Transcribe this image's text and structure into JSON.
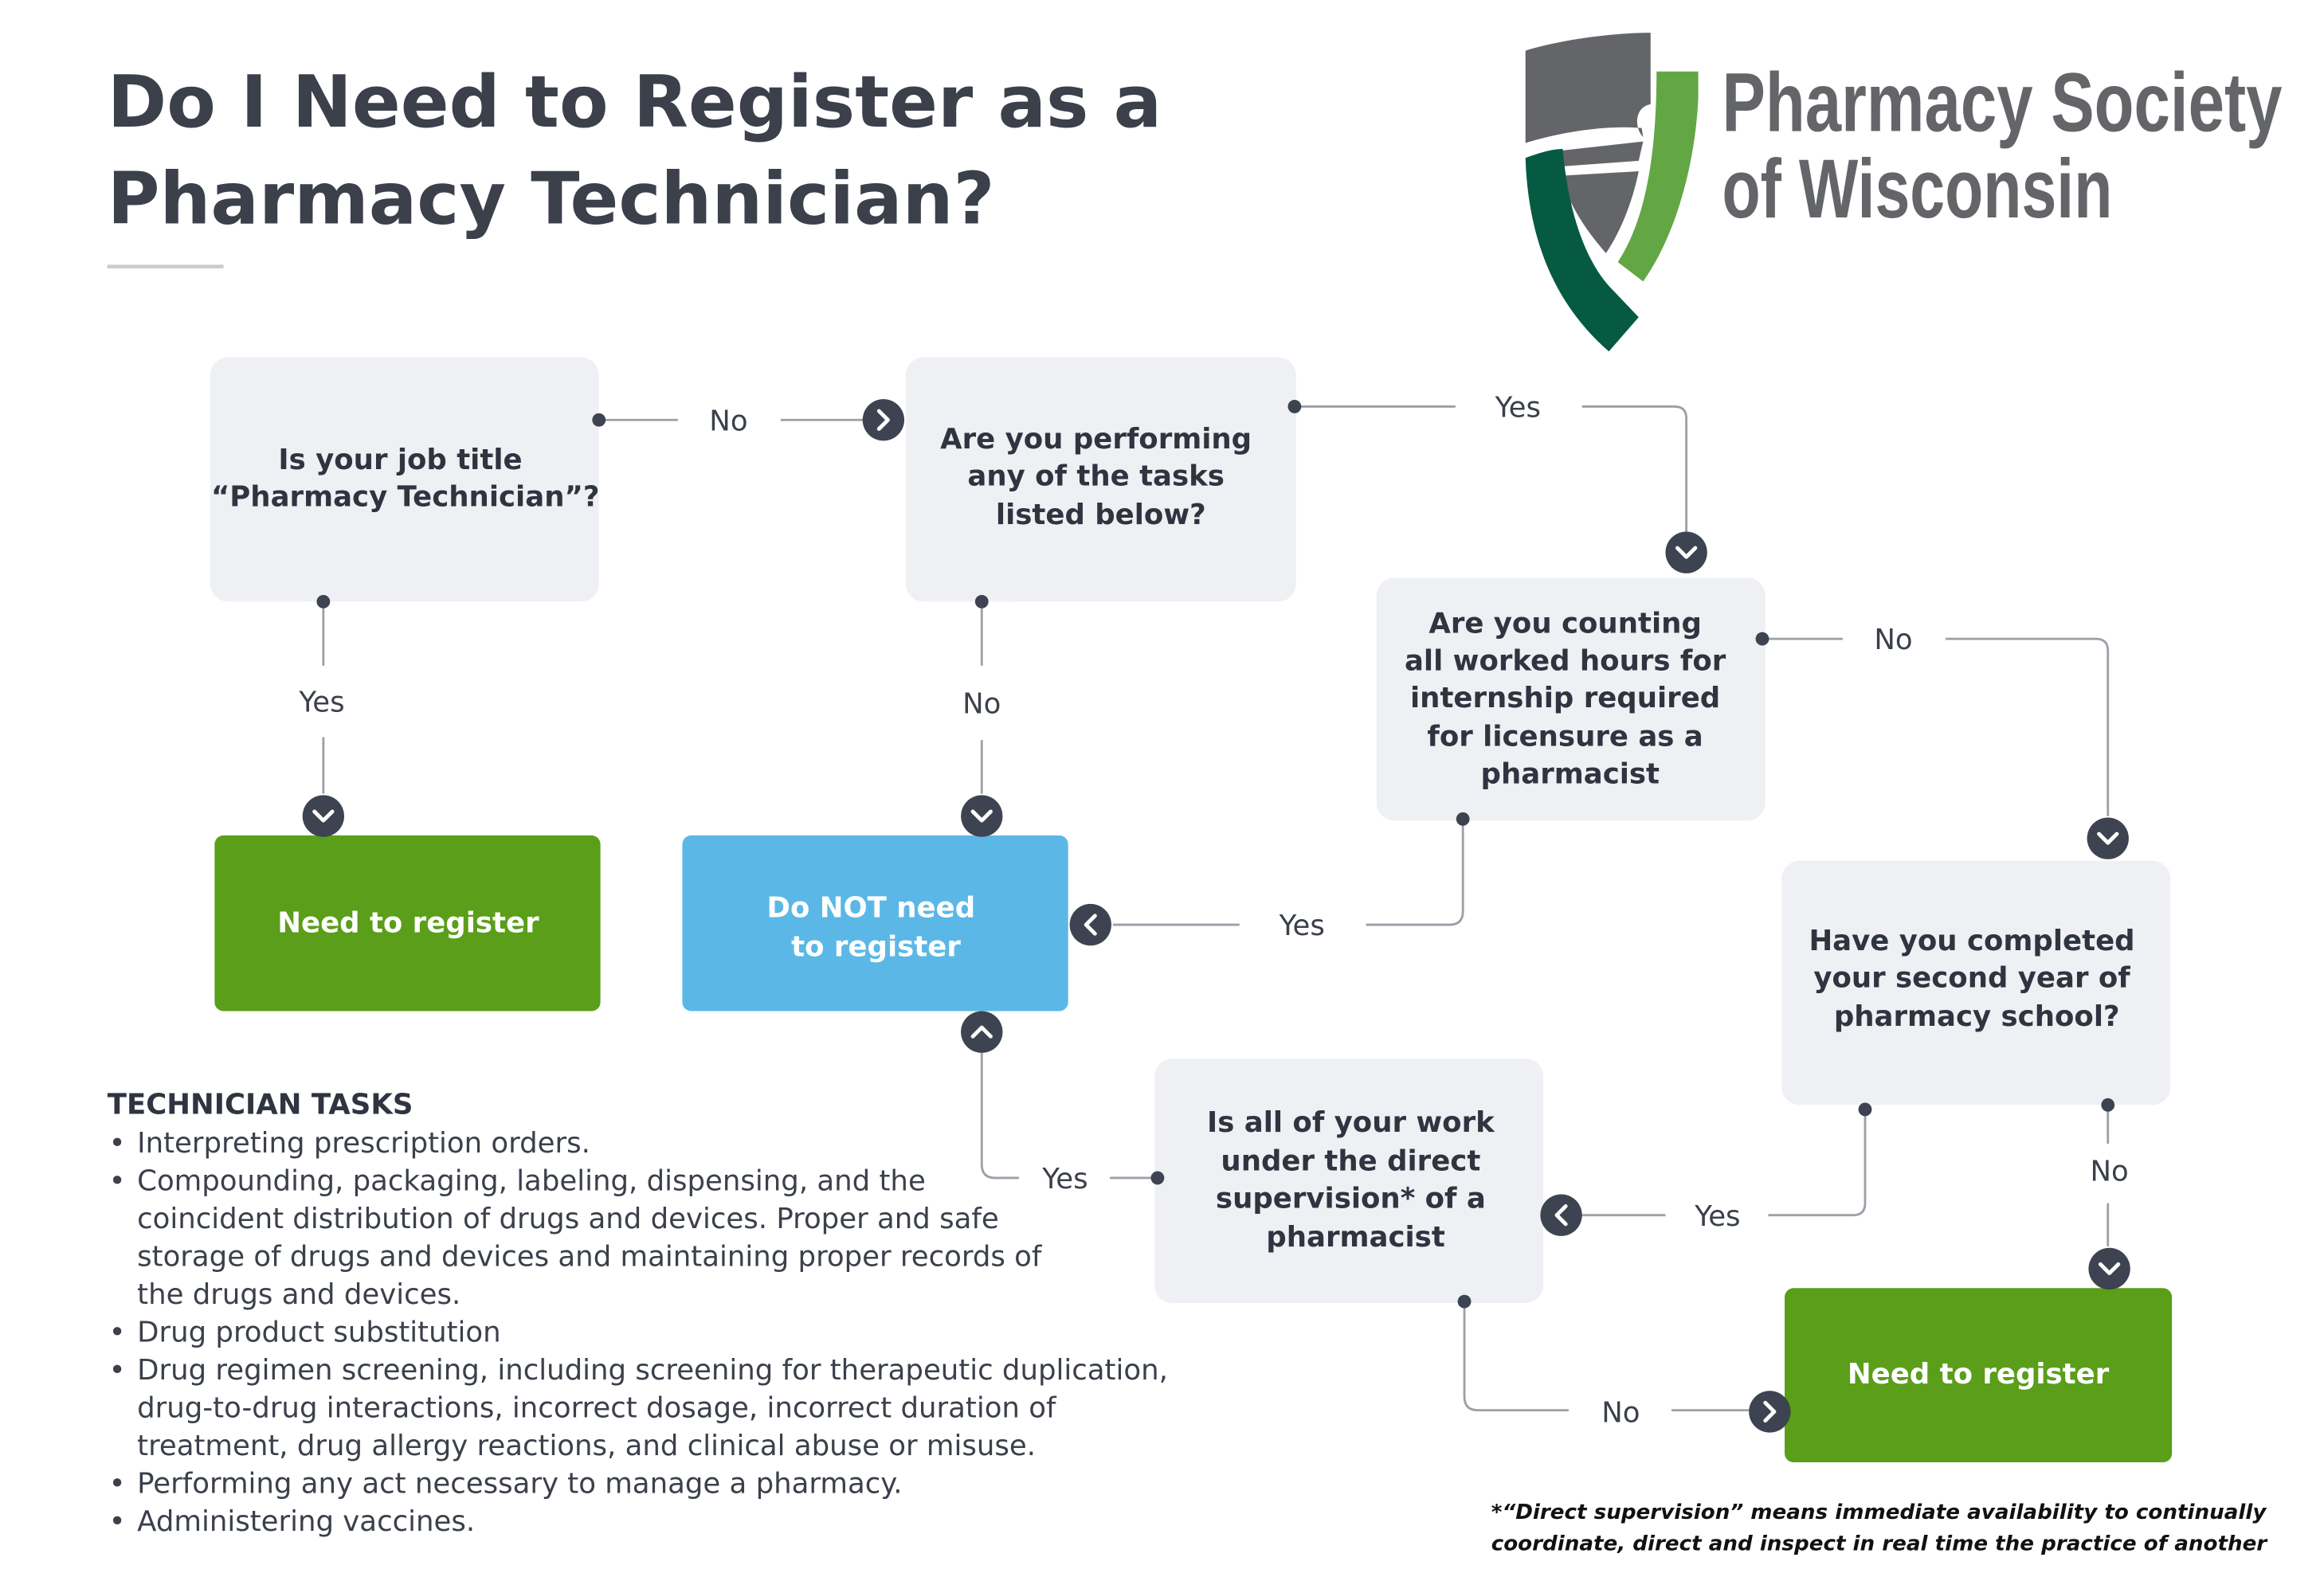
{
  "title": {
    "line1": "Do I Need to Register as a",
    "line2": "Pharmacy Technician?"
  },
  "logo": {
    "line1": "Pharmacy Society",
    "line2": "of Wisconsin",
    "colors": {
      "gray": "#646569",
      "light_green": "#62a744",
      "dark_green": "#065a42"
    }
  },
  "colors": {
    "question_box": "#eff0f3",
    "need_register": "#5a9e1a",
    "not_register": "#5bb8e6",
    "connector": "#9aa0a8",
    "arrow_circle": "#3d4350"
  },
  "nodes": {
    "q_job_title": [
      "Is your job title",
      "“Pharmacy Technician”?"
    ],
    "q_tasks": [
      "Are you performing",
      "any of the tasks",
      "listed below?"
    ],
    "q_internship": [
      "Are you counting",
      "all worked hours for",
      "internship required",
      "for licensure as a",
      "pharmacist"
    ],
    "q_second_year": [
      "Have you completed",
      "your second year of",
      "pharmacy school?"
    ],
    "q_supervision": [
      "Is all of your work",
      "under the direct",
      "supervision* of a",
      "pharmacist"
    ],
    "need_register_1": "Need to register",
    "not_register": [
      "Do NOT need",
      "to register"
    ],
    "need_register_2": "Need to register"
  },
  "edges": {
    "job_no": "No",
    "job_yes": "Yes",
    "tasks_yes": "Yes",
    "tasks_no": "No",
    "intern_no": "No",
    "intern_yes": "Yes",
    "second_no": "No",
    "second_yes": "Yes",
    "super_yes": "Yes",
    "super_no": "No"
  },
  "tasks": {
    "heading": "TECHNICIAN TASKS",
    "lines": [
      {
        "bullet": true,
        "text": "Interpreting prescription orders."
      },
      {
        "bullet": true,
        "text": "Compounding, packaging, labeling, dispensing, and the"
      },
      {
        "bullet": false,
        "text": "coincident distribution of drugs and devices. Proper and safe"
      },
      {
        "bullet": false,
        "text": "storage of drugs and devices and maintaining proper records of"
      },
      {
        "bullet": false,
        "text": "the drugs and devices."
      },
      {
        "bullet": true,
        "text": "Drug product substitution"
      },
      {
        "bullet": true,
        "text": "Drug regimen screening, including screening for therapeutic duplication,"
      },
      {
        "bullet": false,
        "text": "drug-to-drug interactions, incorrect dosage, incorrect duration of"
      },
      {
        "bullet": false,
        "text": "treatment, drug allergy reactions, and clinical abuse or misuse."
      },
      {
        "bullet": true,
        "text": "Performing any act necessary to manage a pharmacy."
      },
      {
        "bullet": true,
        "text": "Administering vaccines."
      }
    ],
    "bullet_char": "•"
  },
  "footnote": [
    "*“Direct supervision” means immediate availability to continually",
    "coordinate, direct and inspect in real time the practice of another"
  ]
}
